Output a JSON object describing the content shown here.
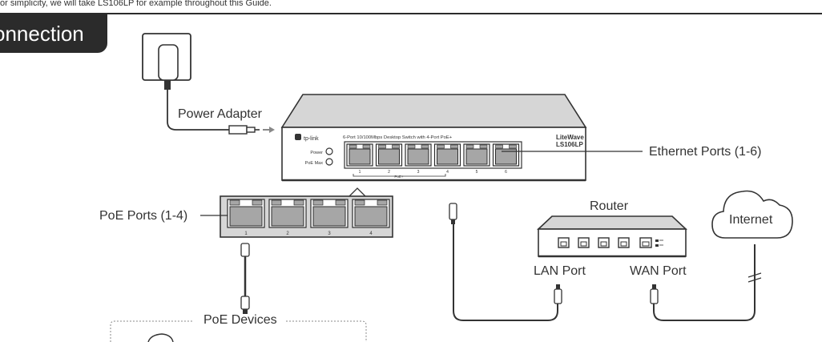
{
  "intro_text": "or simplicity, we will take LS106LP for example throughout this Guide.",
  "section_title": "onnection",
  "labels": {
    "power_adapter": "Power Adapter",
    "ethernet_ports": "Ethernet Ports (1-6)",
    "poe_ports": "PoE Ports (1-4)",
    "router": "Router",
    "internet": "Internet",
    "lan_port": "LAN Port",
    "wan_port": "WAN Port",
    "poe_devices": "PoE Devices"
  },
  "switch": {
    "brand": "tp-link",
    "description": "6-Port 10/100Mbps Desktop Switch with 4-Port PoE+",
    "series": "LiteWave",
    "model": "LS106LP",
    "led_power": "Power",
    "led_poe_max": "PoE Max",
    "port_numbers": [
      "1",
      "2",
      "3",
      "4",
      "5",
      "6"
    ],
    "poe_group_label": "PoE+"
  },
  "poe_zoom_port_numbers": [
    "1",
    "2",
    "3",
    "4"
  ],
  "colors": {
    "line": "#2b2b2b",
    "accent_dark": "#2b2b2b",
    "device_fill": "#d6d6d6",
    "port_fill": "#a6a6a6"
  }
}
